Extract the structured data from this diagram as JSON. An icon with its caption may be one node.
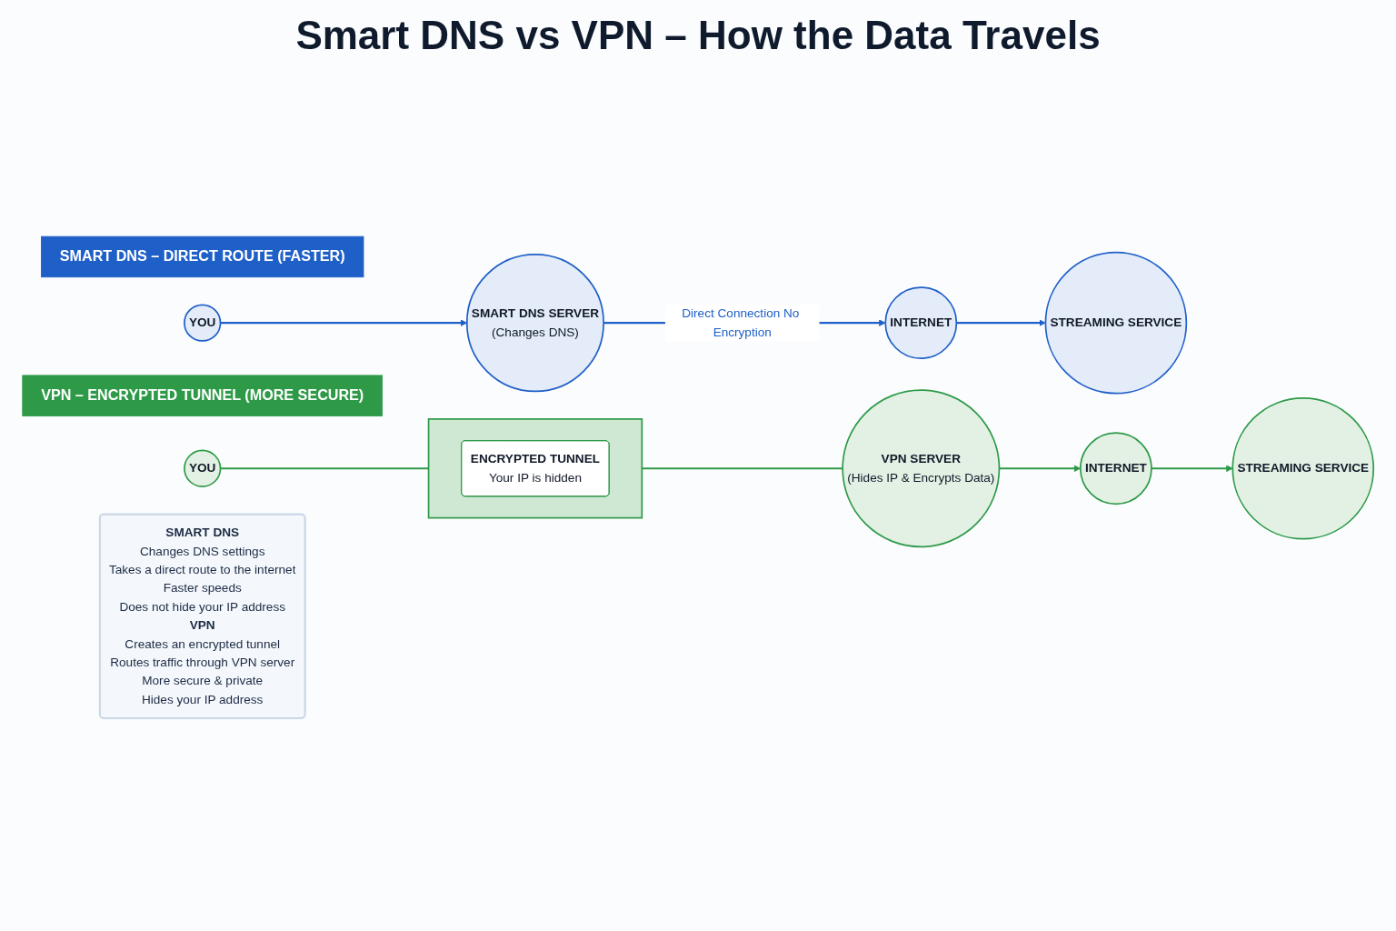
{
  "diagram": {
    "title": "Smart DNS vs VPN – How the Data Travels",
    "nodes": [
      {
        "text": [
          "SMART DNS – DIRECT ROUTE (FASTER)"
        ]
      },
      {
        "text": [
          "YOU"
        ]
      },
      {
        "text": [
          "SMART DNS SERVER",
          "(Changes DNS)"
        ]
      },
      {
        "text": [
          "INTERNET"
        ]
      },
      {
        "text": [
          "STREAMING SERVICE"
        ]
      },
      {
        "text": [
          "VPN – ENCRYPTED TUNNEL (MORE SECURE)"
        ]
      },
      {
        "text": [
          "YOU"
        ]
      },
      {
        "text": [],
        "shape": "cylinder"
      },
      {
        "text": [
          "ENCRYPTED TUNNEL",
          "Your IP is hidden"
        ],
        "in": 7
      },
      {
        "text": [
          "VPN SERVER",
          "(Hides IP & Encrypts Data)"
        ]
      },
      {
        "text": [
          "INTERNET"
        ]
      },
      {
        "text": [
          "STREAMING SERVICE"
        ]
      },
      {
        "text": [
          "SMART DNS",
          "Changes DNS settings",
          "Takes a direct route to the internet",
          "Faster speeds",
          "Does not hide your IP address",
          "VPN",
          "Creates an encrypted tunnel",
          "Routes traffic through VPN server",
          "More secure & private",
          "Hides your IP address"
        ]
      }
    ],
    "edges": [
      {
        "from": 1,
        "to": 2,
        "arrow": "to",
        "color": "#1f5fc8"
      },
      {
        "from": 2,
        "to": 3,
        "arrow": "to",
        "label": "Direct Connection No Encryption",
        "color": "#1f5fc8"
      },
      {
        "from": 3,
        "to": 4,
        "arrow": "to",
        "color": "#1f5fc8"
      },
      {
        "from": 6,
        "to": 7,
        "arrow": "none"
      },
      {
        "from": 7,
        "to": 9,
        "arrow": "none"
      },
      {
        "from": 9,
        "to": 10,
        "arrow": "to"
      },
      {
        "from": 10,
        "to": 11,
        "arrow": "to"
      }
    ]
  }
}
